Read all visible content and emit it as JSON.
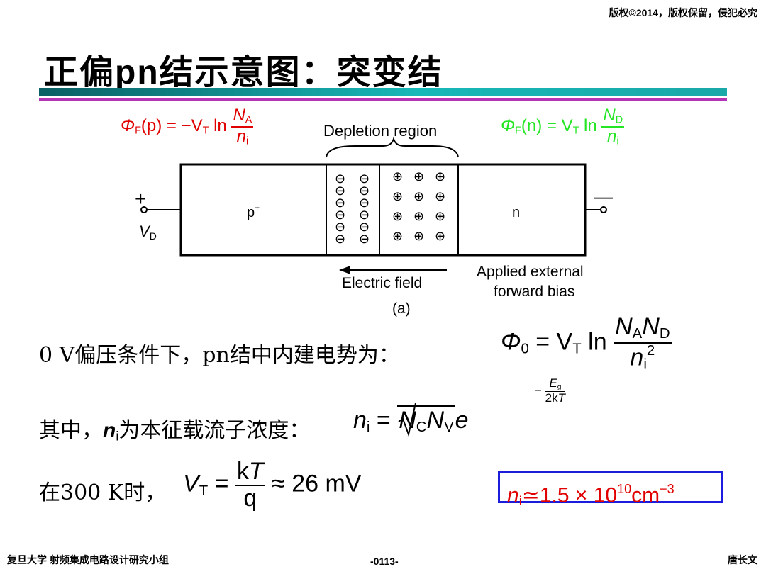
{
  "copyright": "版权©2014，版权保留，侵犯必究",
  "title": {
    "cn_prefix": "正偏",
    "latin": "pn",
    "cn_suffix": "结示意图：突变结"
  },
  "diagram": {
    "phi_p": {
      "lhs": "Φ",
      "lhs_sub": "F",
      "arg": "(p) = −V",
      "vt_sub": "T",
      "ln": " ln",
      "num": "N",
      "num_sub": "A",
      "den": "n",
      "den_sub": "i"
    },
    "phi_n": {
      "lhs": "Φ",
      "lhs_sub": "F",
      "arg": "(n) = V",
      "vt_sub": "T",
      "ln": " ln",
      "num": "N",
      "num_sub": "D",
      "den": "n",
      "den_sub": "i"
    },
    "depletion_label": "Depletion region",
    "p_label": "p",
    "p_sup": "+",
    "n_label": "n",
    "plus_sign": "+",
    "minus_sign": "—",
    "vd": "V",
    "vd_sub": "D",
    "neg_ion": "⊖",
    "pos_ion": "⊕",
    "field_label": "Electric field",
    "bias_label_1": "Applied external",
    "bias_label_2": "forward bias",
    "caption": "(a)"
  },
  "line1": {
    "text": "0 V偏压条件下，pn结中内建电势为：",
    "phi": "Φ",
    "phi_sub": "0",
    "eq": " = V",
    "vt_sub": "T",
    "ln": " ln",
    "num_a": "N",
    "num_a_sub": "A",
    "num_d": "N",
    "num_d_sub": "D",
    "den": "n",
    "den_sub": "i",
    "den_sup": "2"
  },
  "line2": {
    "text": "其中，",
    "ni": "n",
    "ni_sub": "i",
    "text2": "为本征载流子浓度：",
    "f_ni": "n",
    "f_ni_sub": "i",
    "eq": " = ",
    "nc": "N",
    "nc_sub": "C",
    "nv": "N",
    "nv_sub": "V",
    "e": "e",
    "exp_minus": "−",
    "exp_num": "E",
    "exp_num_sub": "g",
    "exp_den": "2k",
    "exp_den_t": "T"
  },
  "line3": {
    "text": "在300 K时，",
    "vt": "V",
    "vt_sub": "T",
    "eq": " = ",
    "num": "k",
    "num_t": "T",
    "den": "q",
    "approx": " ≈ 26 mV"
  },
  "ni_box": {
    "n": "n",
    "sub": "i",
    "text": "≃1.5 × 10",
    "exp": "10",
    "unit": "cm",
    "unit_exp": "−3"
  },
  "footer": {
    "left": "复旦大学   射频集成电路设计研究小组",
    "center": "-0113-",
    "right": "唐长文"
  }
}
